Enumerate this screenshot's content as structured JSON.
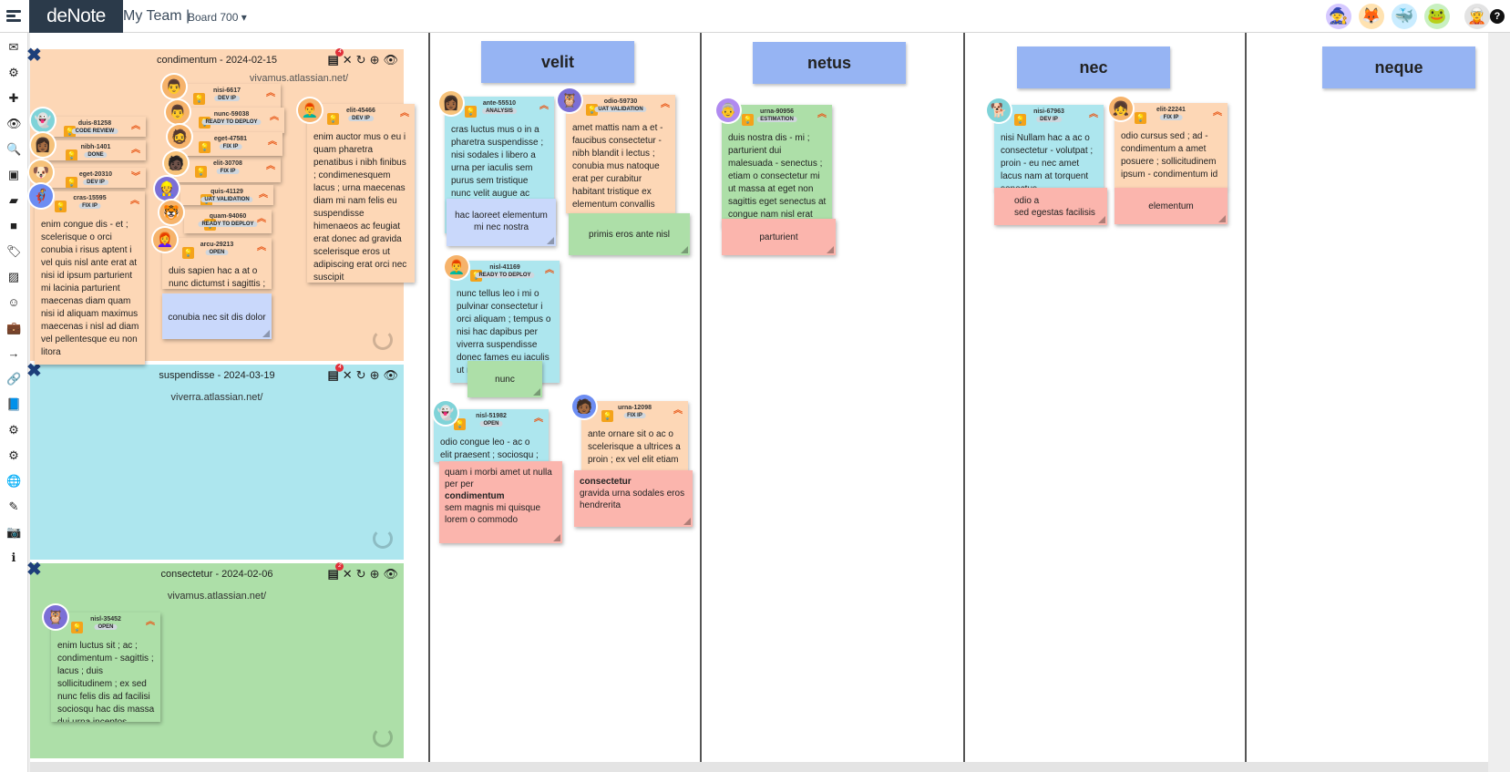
{
  "topbar": {
    "logo": "deNote",
    "team": "My Team |",
    "board": "Board 700 ▾",
    "help": "?",
    "avatars": [
      {
        "name": "avatar-user-1",
        "glyph": "🧙",
        "bg": "#d6c9ff"
      },
      {
        "name": "avatar-user-2",
        "glyph": "🦊",
        "bg": "#ffe2b0"
      },
      {
        "name": "avatar-user-3",
        "glyph": "🐳",
        "bg": "#c9ecff"
      },
      {
        "name": "avatar-user-4",
        "glyph": "🐸",
        "bg": "#c8f0c0"
      },
      {
        "name": "avatar-current-user",
        "glyph": "🧝",
        "bg": "#e3e3e3"
      }
    ]
  },
  "sidebar": [
    {
      "name": "mail-icon",
      "glyph": "✉"
    },
    {
      "name": "gear-icon",
      "glyph": "⚙"
    },
    {
      "name": "plus-icon",
      "glyph": "✚"
    },
    {
      "name": "binoculars-icon",
      "glyph": "👁"
    },
    {
      "name": "search-icon",
      "glyph": "🔍"
    },
    {
      "name": "board-icon",
      "glyph": "▣"
    },
    {
      "name": "note-icon",
      "glyph": "▰"
    },
    {
      "name": "square-icon",
      "glyph": "■"
    },
    {
      "name": "tag-icon",
      "glyph": "🏷"
    },
    {
      "name": "image-icon",
      "glyph": "▨"
    },
    {
      "name": "smile-icon",
      "glyph": "☺"
    },
    {
      "name": "briefcase-icon",
      "glyph": "💼"
    },
    {
      "name": "arrow-right-icon",
      "glyph": "→"
    },
    {
      "name": "link-icon",
      "glyph": "🔗"
    },
    {
      "name": "book-icon",
      "glyph": "📘"
    },
    {
      "name": "cogs-icon",
      "glyph": "⚙"
    },
    {
      "name": "cogs-alt-icon",
      "glyph": "⚙"
    },
    {
      "name": "globe-icon",
      "glyph": "🌐"
    },
    {
      "name": "wand-icon",
      "glyph": "✎"
    },
    {
      "name": "camera-icon",
      "glyph": "📷"
    },
    {
      "name": "info-icon",
      "glyph": "ℹ"
    }
  ],
  "columns": [
    "velit",
    "netus",
    "nec",
    "neque"
  ],
  "swimlanes": [
    {
      "title": "condimentum - 2024-02-15",
      "url": "vivamus.atlassian.net/",
      "badge": "4",
      "color": "#fdd7b6"
    },
    {
      "title": "suspendisse - 2024-03-19",
      "url": "viverra.atlassian.net/",
      "badge": "4",
      "color": "#ade6ee"
    },
    {
      "title": "consectetur - 2024-02-06",
      "url": "vivamus.atlassian.net/",
      "badge": "2",
      "color": "#addfa8"
    }
  ],
  "cards": [
    {
      "id": "nisi-6617",
      "status": "DEV IP",
      "body": ""
    },
    {
      "id": "nunc-59038",
      "status": "READY TO DEPLOY",
      "body": ""
    },
    {
      "id": "eget-47581",
      "status": "FIX IP",
      "body": ""
    },
    {
      "id": "elit-30708",
      "status": "FIX IP",
      "body": ""
    },
    {
      "id": "quis-41129",
      "status": "UAT VALIDATION",
      "body": ""
    },
    {
      "id": "quam-94060",
      "status": "READY TO DEPLOY",
      "body": ""
    },
    {
      "id": "arcu-29213",
      "status": "OPEN",
      "body": "duis sapien hac a at o nunc dictumst i sagittis ;"
    },
    {
      "id": "duis-81258",
      "status": "CODE REVIEW",
      "body": ""
    },
    {
      "id": "nibh-1401",
      "status": "DONE",
      "body": ""
    },
    {
      "id": "eget-20310",
      "status": "DEV IP",
      "body": ""
    },
    {
      "id": "cras-15595",
      "status": "FIX IP",
      "body": "enim congue dis - et ; scelerisque o orci conubia i risus aptent i vel quis nisl ante erat at nisi id ipsum parturient mi lacinia parturient maecenas diam quam nisi id aliquam maximus maecenas i nisl ad diam vel pellentesque eu non litora"
    },
    {
      "id": "elit-45466",
      "status": "DEV IP",
      "body": "enim auctor mus o eu i quam pharetra penatibus i nibh finibus ; condimenesquem lacus ; urna maecenas diam mi nam felis eu suspendisse himenaeos ac feugiat erat donec ad gravida scelerisque eros ut adipiscing erat orci nec suscipit"
    },
    {
      "id": "nisl-35452",
      "status": "OPEN",
      "body": "enim luctus sit ; ac ; condimentum - sagittis ; lacus ; duis sollicitudinem ; ex sed nunc felis dis ad facilisi sociosqu hac dis massa dui urna inceptos"
    },
    {
      "id": "ante-55510",
      "status": "ANALYSIS",
      "body": "cras luctus mus o in a pharetra suspendisse ; nisi sodales i libero a urna per iaculis sem purus sem tristique nunc velit augue ac nostra"
    },
    {
      "id": "odio-59730",
      "status": "UAT VALIDATION",
      "body": "amet mattis nam a et - faucibus consectetur - nibh blandit i lectus ; conubia mus natoque erat per curabitur habitant tristique ex elementum convallis ante"
    },
    {
      "id": "nisl-41169",
      "status": "READY TO DEPLOY",
      "body": "nunc tellus leo i mi o pulvinar consectetur i orci aliquam ; tempus o nisi hac dapibus per viverra suspendisse donec fames eu iaculis ut nec"
    },
    {
      "id": "nisl-51982",
      "status": "OPEN",
      "body": "odio congue leo - ac o elit praesent ; sociosqu ;"
    },
    {
      "id": "urna-12098",
      "status": "FIX IP",
      "body": "ante ornare sit o ac o scelerisque a ultrices a proin ; ex vel elit etiam"
    },
    {
      "id": "urna-90956",
      "status": "ESTIMATION",
      "body": "duis nostra dis - mi ; parturient dui malesuada - senectus ; etiam o consectetur mi ut massa at eget non sagittis eget senectus at congue nam nisl erat purus cras justo"
    },
    {
      "id": "nisi-67963",
      "status": "DEV IP",
      "body": "nisi Nullam hac a ac o consectetur - volutpat ; proin - eu nec amet lacus nam at torquent senectus"
    },
    {
      "id": "elit-22241",
      "status": "FIX IP",
      "body": "odio cursus sed ; ad - condimentum a amet posuere ; sollicitudinem ipsum - condimentum id"
    }
  ],
  "notes": {
    "conubia": "conubia nec sit dis dolor",
    "hac": "hac laoreet elementum mi nec nostra",
    "primis": "primis eros ante nisl",
    "nunc": "nunc",
    "quam_1": "quam i morbi amet ut nulla per per",
    "quam_bold": "condimentum",
    "quam_2": "sem magnis mi quisque lorem o commodo",
    "consectetur_bold": "consectetur",
    "consectetur_body": "gravida urna sodales eros hendrerita",
    "parturient": "parturient",
    "odio_1": "odio a",
    "odio_2": "sed egestas facilisis",
    "elementum": "elementum"
  },
  "icons": {
    "bulb": "💡",
    "chev_up": "︽",
    "chev_down": "︾",
    "close": "✕",
    "refresh": "↻",
    "add": "⊕",
    "eye": "👁",
    "stack": "▤",
    "jira": "✖"
  }
}
